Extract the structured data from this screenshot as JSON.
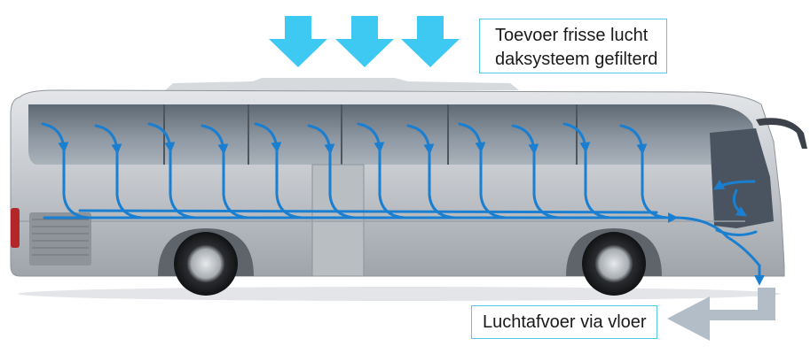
{
  "labels": {
    "intake_line1": "Toevoer frisse lucht",
    "intake_line2": "daksysteem gefilterd",
    "exhaust": "Luchtafvoer via vloer"
  },
  "colors": {
    "intake_arrow": "#3ec9f2",
    "airflow": "#1a7fd0",
    "exhaust_arrow": "#b3bdc8",
    "label_border": "#56c8e8",
    "bus_body": "#c4c8cd",
    "windows": "#7d8792"
  },
  "icons": {
    "intake": "down-arrow-icon",
    "exhaust": "left-arrow-icon",
    "vehicle": "coach-bus-icon"
  }
}
